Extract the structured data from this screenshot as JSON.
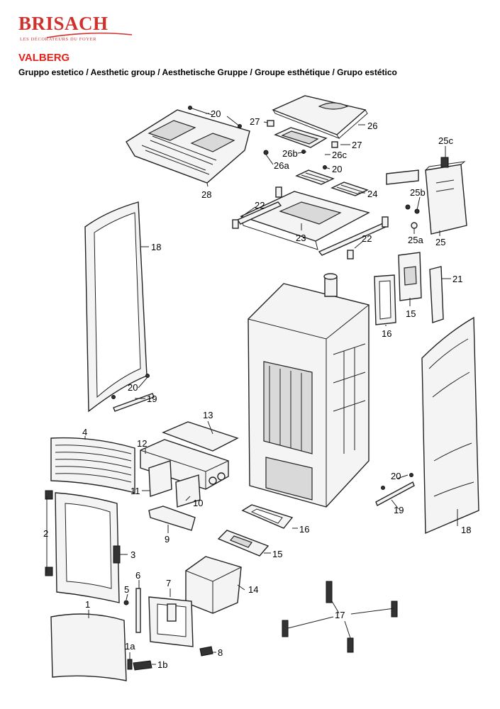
{
  "brand": {
    "name": "BRISACH",
    "tagline": "LES DÉCORATEURS DU FOYER",
    "color": "#d0312d"
  },
  "header": {
    "model": "VALBERG",
    "subtitle": "Gruppo estetico / Aesthetic group / Aesthetische Gruppe / Groupe esthétique / Grupo estético",
    "model_color": "#e2231a"
  },
  "callouts": {
    "c20a": "20",
    "c27a": "27",
    "c26": "26",
    "c27b": "27",
    "c26b": "26b",
    "c26c": "26c",
    "c26a": "26a",
    "c20b": "20",
    "c25c": "25c",
    "c28": "28",
    "c24": "24",
    "c25b": "25b",
    "c22a": "22",
    "c23": "23",
    "c22b": "22",
    "c25a": "25a",
    "c25": "25",
    "c18a": "18",
    "c21": "21",
    "c15a": "15",
    "c16a": "16",
    "c20c": "20",
    "c19a": "19",
    "c13": "13",
    "c4": "4",
    "c12": "12",
    "c11": "11",
    "c10": "10",
    "c20d": "20",
    "c19b": "19",
    "c18b": "18",
    "c2": "2",
    "c9": "9",
    "c16b": "16",
    "c3": "3",
    "c15b": "15",
    "c6": "6",
    "c5": "5",
    "c7": "7",
    "c14": "14",
    "c1": "1",
    "c17": "17",
    "c1a": "1a",
    "c8": "8",
    "c1b": "1b"
  }
}
